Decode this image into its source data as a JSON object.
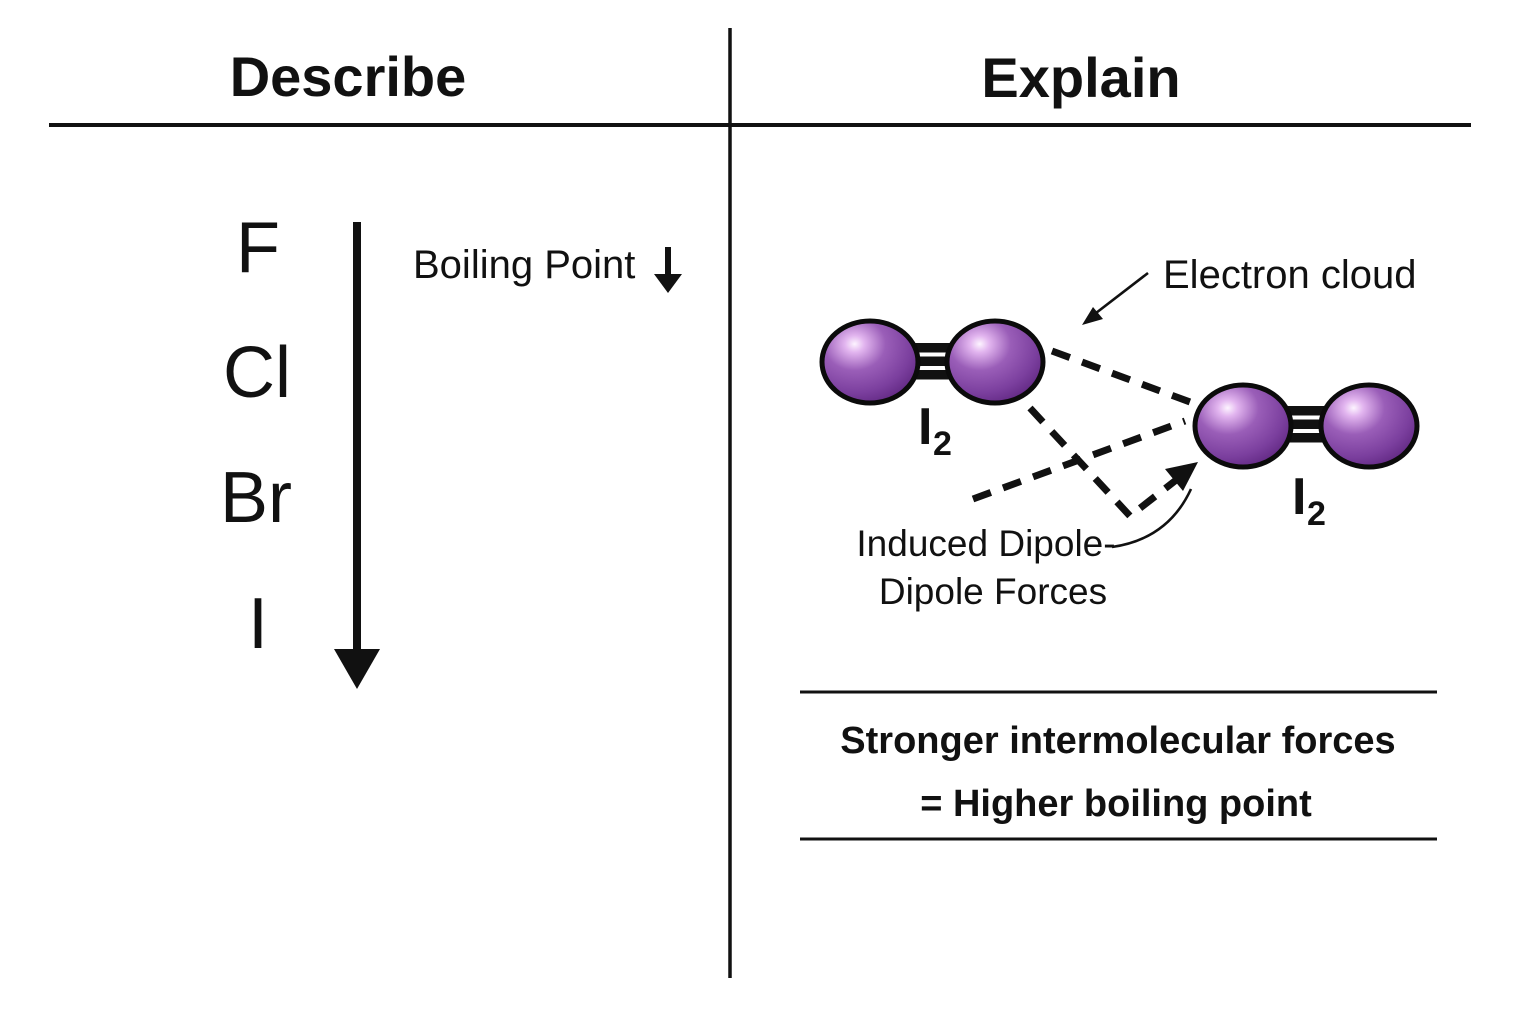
{
  "header": {
    "left_title": "Describe",
    "right_title": "Explain"
  },
  "describe_panel": {
    "elements": [
      "F",
      "Cl",
      "Br",
      "I"
    ],
    "trend_label": "Boiling Point",
    "trend_arrow_glyph": "↓",
    "trend_arrow_direction": "down"
  },
  "explain_panel": {
    "electron_cloud_label": "Electron cloud",
    "molecules": [
      {
        "symbol": "I",
        "subscript": "2"
      },
      {
        "symbol": "I",
        "subscript": "2"
      }
    ],
    "forces_label": {
      "line1": "Induced Dipole-",
      "line2": "Dipole Forces"
    },
    "conclusion": {
      "line1": "Stronger intermolecular forces",
      "line2": "= Higher boiling point"
    }
  },
  "colors": {
    "background": "#ffffff",
    "ink": "#111111",
    "cloud_gray": "#d2d2d2",
    "sphere_purple": "#7b3f9e",
    "sphere_highlight": "#fdf4ff",
    "sphere_edge": "#571f78"
  }
}
